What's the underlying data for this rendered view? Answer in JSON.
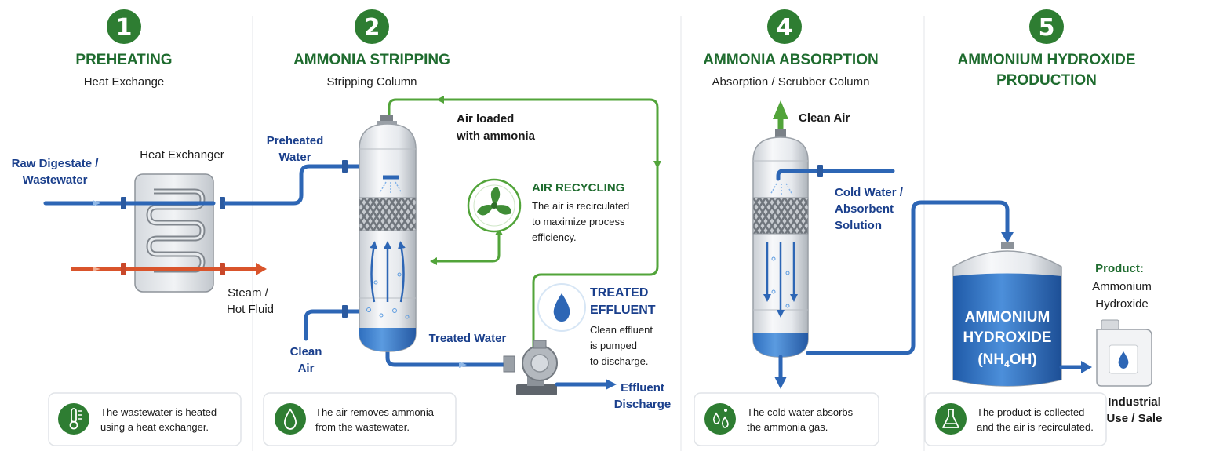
{
  "steps": [
    {
      "number": "1",
      "title": "PREHEATING",
      "subtitle": "Heat Exchange",
      "card_text": [
        "The wastewater is heated",
        "using a heat exchanger."
      ]
    },
    {
      "number": "2",
      "title": "AMMONIA STRIPPING",
      "subtitle": "Stripping Column",
      "card_text": [
        "The air removes ammonia",
        "from the wastewater."
      ]
    },
    {
      "number": "4",
      "title": "AMMONIA ABSORPTION",
      "subtitle": "Absorption / Scrubber Column",
      "card_text": [
        "The cold water absorbs",
        "the ammonia gas."
      ]
    },
    {
      "number": "5",
      "title_lines": [
        "AMMONIUM HYDROXIDE",
        "PRODUCTION"
      ],
      "card_text": [
        "The product is collected",
        "and the air is recirculated."
      ]
    }
  ],
  "labels": {
    "raw_digestate": [
      "Raw Digestate /",
      "Wastewater"
    ],
    "heat_exchanger": "Heat Exchanger",
    "steam": [
      "Steam /",
      "Hot Fluid"
    ],
    "preheated_water": [
      "Preheated",
      "Water"
    ],
    "clean_air_in": [
      "Clean",
      "Air"
    ],
    "treated_water": "Treated Water",
    "air_loaded": [
      "Air loaded",
      "with ammonia"
    ],
    "air_recycling_title": "AIR RECYCLING",
    "air_recycling_text": [
      "The air is recirculated",
      "to maximize process",
      "efficiency."
    ],
    "treated_effluent_title": [
      "TREATED",
      "EFFLUENT"
    ],
    "treated_effluent_text": [
      "Clean effluent",
      "is pumped",
      "to discharge."
    ],
    "effluent_discharge": [
      "Effluent",
      "Discharge"
    ],
    "clean_air_out": "Clean Air",
    "cold_water": [
      "Cold Water /",
      "Absorbent",
      "Solution"
    ],
    "tank_label": [
      "AMMONIUM",
      "HYDROXIDE"
    ],
    "tank_formula_pre": "(NH",
    "tank_formula_sub": "4",
    "tank_formula_post": "OH)",
    "product": [
      "Product:",
      "Ammonium",
      "Hydroxide"
    ],
    "industrial": [
      "Industrial",
      "Use / Sale"
    ]
  },
  "colors": {
    "green": "#1e6b2e",
    "blue": "#2d66b5",
    "navy": "#1a3f8c",
    "hot": "#d9542b",
    "recycle": "#52a43a"
  },
  "icons": [
    "thermometer-icon",
    "water-drop-icon",
    "fan-icon",
    "gas-drops-icon",
    "flask-icon"
  ]
}
